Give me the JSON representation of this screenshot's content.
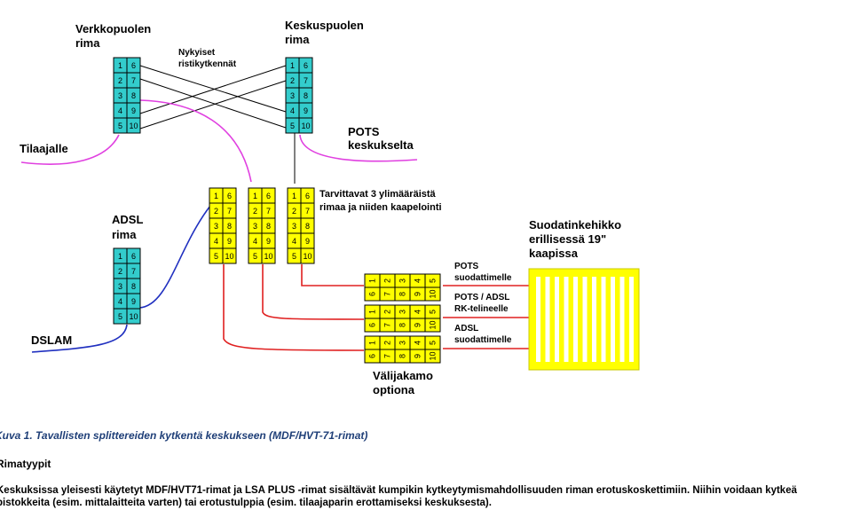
{
  "diagram": {
    "labels": {
      "network_strip_l1": "Verkkopuolen",
      "network_strip_l2": "rima",
      "exchange_strip_l1": "Keskuspuolen",
      "exchange_strip_l2": "rima",
      "current_l1": "Nykyiset",
      "current_l2": "ristikytkennät",
      "subscriber": "Tilaajalle",
      "pots_exchange_l1": "POTS",
      "pots_exchange_l2": "keskukselta",
      "required_l1": "Tarvittavat 3 ylimääräistä",
      "required_l2": "rimaa ja niiden kaapelointi",
      "adsl_strip_l1": "ADSL",
      "adsl_strip_l2": "rima",
      "filter_frame_l1": "Suodatinkehikko",
      "filter_frame_l2": "erillisessä 19\"",
      "filter_frame_l3": "kaapissa",
      "pots_filter_l1": "POTS",
      "pots_filter_l2": "suodattimelle",
      "pots_adsl_l1": "POTS / ADSL",
      "pots_adsl_l2": "RK-telineelle",
      "adsl_filter_l1": "ADSL",
      "adsl_filter_l2": "suodattimelle",
      "dslam": "DSLAM",
      "intermediate_l1": "Välijakamo",
      "intermediate_l2": "optiona"
    },
    "strip_pairs": [
      [
        "1",
        "6"
      ],
      [
        "2",
        "7"
      ],
      [
        "3",
        "8"
      ],
      [
        "4",
        "9"
      ],
      [
        "5",
        "10"
      ]
    ],
    "colors": {
      "cyan_block": "#33cccc",
      "yellow_block": "#ffff00",
      "magenta_wire": "#e040e0",
      "blue_wire": "#2030c0",
      "red_wire": "#e02020",
      "caption": "#1f3f78"
    }
  },
  "caption": "Kuva 1. Tavallisten splittereiden kytkentä keskukseen (MDF/HVT-71-rimat)",
  "subheading": "Rimatyypit",
  "paragraph": {
    "line1": "Keskuksissa yleisesti käytetyt MDF/HVT71-rimat ja LSA PLUS -rimat sisältävät kumpikin kytkeytymismahdollisuuden riman erotuskoskettimiin. Niihin voidaan kytkeä",
    "line2": "pistokkeita (esim. mittalaitteita varten) tai erotustulppia (esim. tilaajaparin erottamiseksi keskuksesta)."
  }
}
